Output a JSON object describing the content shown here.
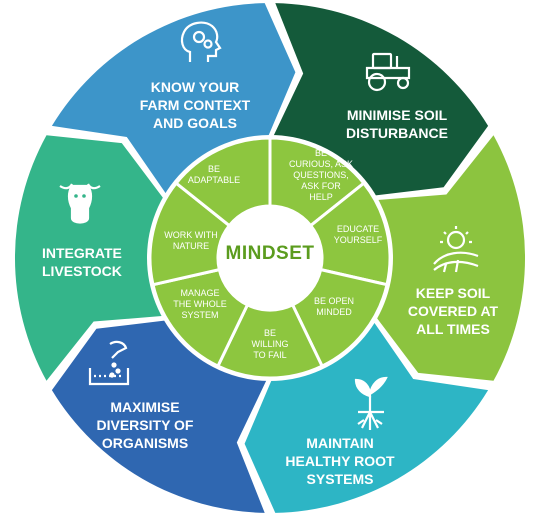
{
  "colors": {
    "farm": "#3d95c9",
    "soil_disturbance": "#145a3a",
    "soil_cover": "#8cc43f",
    "roots": "#2db5c5",
    "organisms": "#2f67b1",
    "livestock": "#34b58a",
    "ring": "#8dc63f",
    "center_text": "#5b9c1e"
  },
  "center": {
    "label": "MINDSET"
  },
  "outer_segments": [
    {
      "id": "farm",
      "label": "KNOW YOUR\nFARM CONTEXT\nAND GOALS",
      "icon": "head-gears-icon"
    },
    {
      "id": "soil-disturbance",
      "label": "MINIMISE SOIL\nDISTURBANCE",
      "icon": "tractor-icon"
    },
    {
      "id": "soil-cover",
      "label": "KEEP SOIL\nCOVERED AT\nALL TIMES",
      "icon": "sun-field-icon"
    },
    {
      "id": "roots",
      "label": "MAINTAIN\nHEALTHY ROOT\nSYSTEMS",
      "icon": "sprout-roots-icon"
    },
    {
      "id": "organisms",
      "label": "MAXIMISE\nDIVERSITY OF\nORGANISMS",
      "icon": "hand-soil-icon"
    },
    {
      "id": "livestock",
      "label": "INTEGRATE\nLIVESTOCK",
      "icon": "cow-icon"
    }
  ],
  "inner_segments": [
    "BE\nCURIOUS, ASK\nQUESTIONS,\nASK FOR\nHELP",
    "EDUCATE\nYOURSELF",
    "BE OPEN\nMINDED",
    "BE\nWILLING\nTO FAIL",
    "MANAGE\nTHE WHOLE\nSYSTEM",
    "WORK WITH\nNATURE",
    "BE\nADAPTABLE"
  ]
}
